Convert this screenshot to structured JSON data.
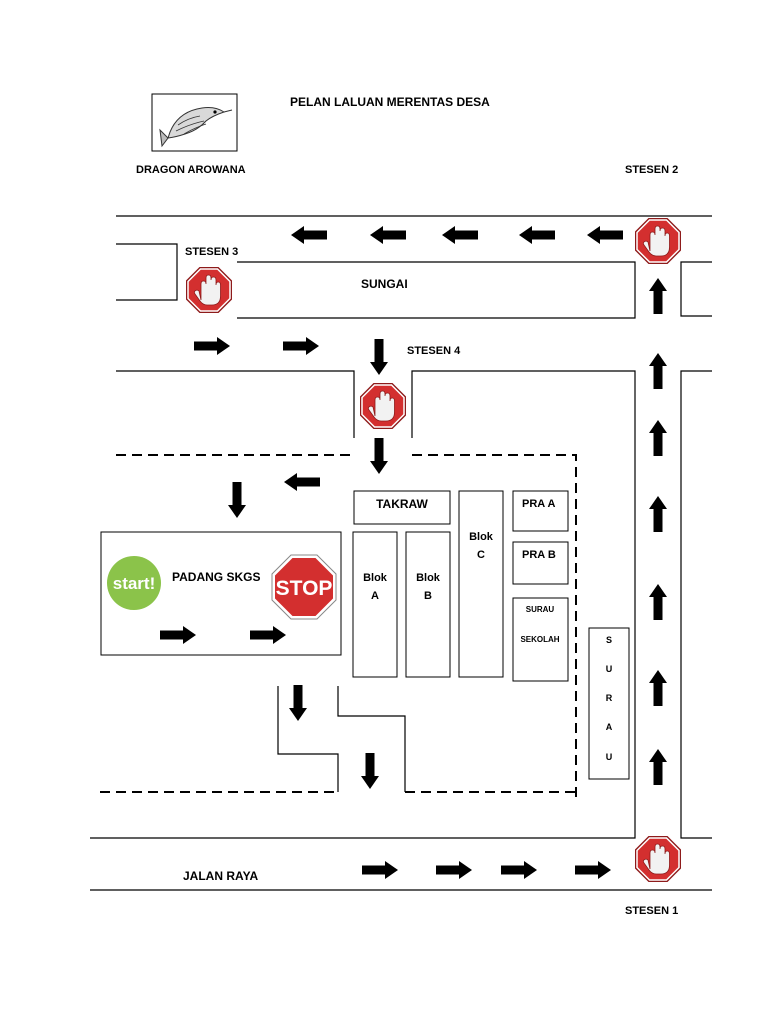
{
  "title": "PELAN LALUAN MERENTAS DESA",
  "logo": {
    "icon": "arowana-fish-icon",
    "caption": "DRAGON AROWANA"
  },
  "stations": {
    "s1": "STESEN 1",
    "s2": "STESEN 2",
    "s3": "STESEN 3",
    "s4": "STESEN 4"
  },
  "places": {
    "river": "SUNGAI",
    "field": "PADANG SKGS",
    "road": "JALAN RAYA",
    "takraw": "TAKRAW",
    "blok_a": [
      "Blok",
      "A"
    ],
    "blok_b": [
      "Blok",
      "B"
    ],
    "blok_c": [
      "Blok",
      "C"
    ],
    "pra_a": "PRA A",
    "pra_b": "PRA B",
    "surau_sekolah": [
      "SURAU",
      "SEKOLAH"
    ],
    "surau_letters": [
      "S",
      "U",
      "R",
      "A",
      "U"
    ]
  },
  "signs": {
    "start": "start!",
    "stop": "STOP"
  },
  "colors": {
    "stop_red": "#c62828",
    "start_green": "#8bc34a",
    "arrow": "#000000"
  }
}
